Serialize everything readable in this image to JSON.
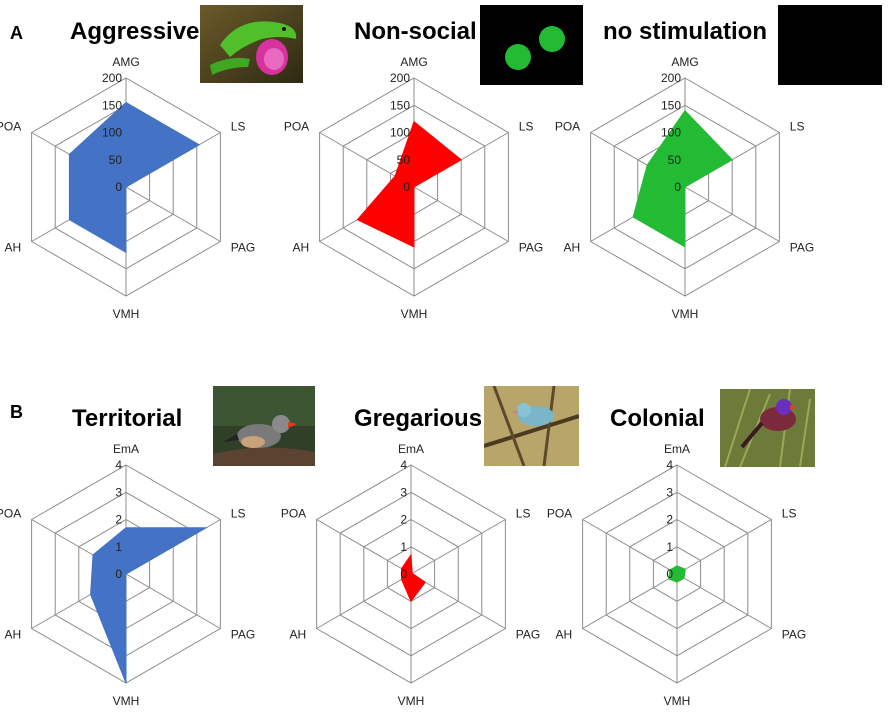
{
  "panels": [
    {
      "letter": "A"
    },
    {
      "letter": "B"
    }
  ],
  "photos": [
    {
      "name": "anole-lizard-photo",
      "subject": "green lizard with pink dewlap"
    },
    {
      "name": "two-green-dots-photo",
      "subject": "two green dots on black"
    },
    {
      "name": "black-screen-photo",
      "subject": "black screen"
    },
    {
      "name": "zebra-finch-photo",
      "subject": "finch on branch"
    },
    {
      "name": "waxbill-photo",
      "subject": "blue-grey bird on branch"
    },
    {
      "name": "grenadier-photo",
      "subject": "purple and red bird in grass"
    }
  ],
  "chart_data": [
    {
      "type": "radar",
      "title": "Aggressive",
      "axes": [
        "AMG",
        "LS",
        "PAG",
        "VMH",
        "AH",
        "POA"
      ],
      "rmax": 200,
      "ticks": [
        0,
        50,
        100,
        150,
        200
      ],
      "tick_labels": [
        "0",
        "50",
        "100",
        "150",
        "200"
      ],
      "values": [
        155,
        155,
        0,
        120,
        120,
        120
      ],
      "color": "#4472c4"
    },
    {
      "type": "radar",
      "title": "Non-social",
      "axes": [
        "AMG",
        "LS",
        "PAG",
        "VMH",
        "AH",
        "POA"
      ],
      "rmax": 200,
      "ticks": [
        0,
        50,
        100,
        150,
        200
      ],
      "tick_labels": [
        "0",
        "50",
        "100",
        "150",
        "200"
      ],
      "values": [
        120,
        100,
        0,
        110,
        120,
        40
      ],
      "color": "#ff0000"
    },
    {
      "type": "radar",
      "title": "no stimulation",
      "axes": [
        "AMG",
        "LS",
        "PAG",
        "VMH",
        "AH",
        "POA"
      ],
      "rmax": 200,
      "ticks": [
        0,
        50,
        100,
        150,
        200
      ],
      "tick_labels": [
        "0",
        "50",
        "100",
        "150",
        "200"
      ],
      "values": [
        140,
        100,
        0,
        110,
        110,
        80
      ],
      "color": "#22bb33"
    },
    {
      "type": "radar",
      "title": "Territorial",
      "axes": [
        "EmA",
        "LS",
        "PAG",
        "VMH",
        "AH",
        "POA"
      ],
      "rmax": 4,
      "ticks": [
        0,
        1,
        2,
        3,
        4
      ],
      "tick_labels": [
        "0",
        "1",
        "2",
        "3",
        "4"
      ],
      "values": [
        1.7,
        3.4,
        0,
        4.0,
        1.5,
        1.4
      ],
      "color": "#4472c4"
    },
    {
      "type": "radar",
      "title": "Gregarious",
      "axes": [
        "EmA",
        "LS",
        "PAG",
        "VMH",
        "AH",
        "POA"
      ],
      "rmax": 4,
      "ticks": [
        0,
        1,
        2,
        3,
        4
      ],
      "tick_labels": [
        "0",
        "1",
        "2",
        "3",
        "4"
      ],
      "values": [
        0.7,
        0.05,
        0.6,
        1.0,
        0.4,
        0.4
      ],
      "color": "#ff0000"
    },
    {
      "type": "radar",
      "title": "Colonial",
      "axes": [
        "EmA",
        "LS",
        "PAG",
        "VMH",
        "AH",
        "POA"
      ],
      "rmax": 4,
      "ticks": [
        0,
        1,
        2,
        3,
        4
      ],
      "tick_labels": [
        "0",
        "1",
        "2",
        "3",
        "4"
      ],
      "values": [
        0.3,
        0.35,
        0.3,
        0.3,
        0.35,
        0.3
      ],
      "color": "#22bb33"
    }
  ]
}
